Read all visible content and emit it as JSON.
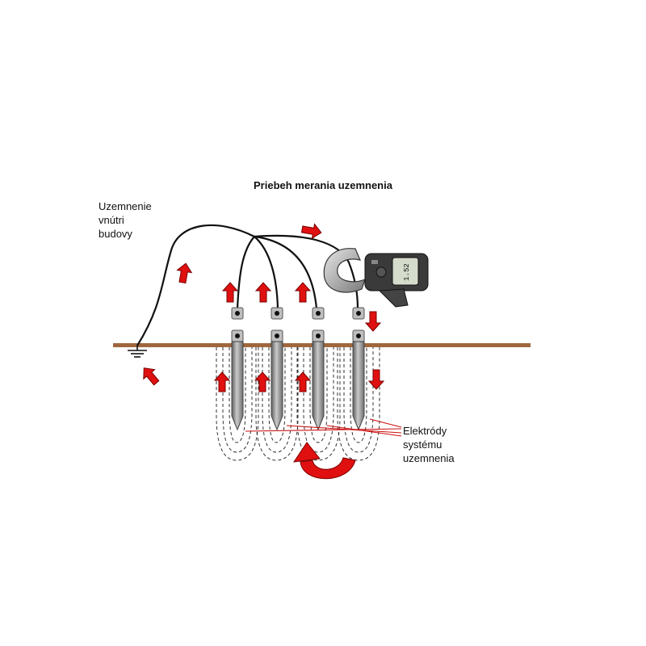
{
  "title": "Priebeh merania uzemnenia",
  "building_label": [
    "Uzemnenie",
    "vnútri",
    "budovy"
  ],
  "electrodes_label": [
    "Elektródy",
    "systému",
    "uzemnenia"
  ],
  "meter_display": "1.52",
  "colors": {
    "ground_line": "#a0673e",
    "arrow": "#e01010",
    "arrow_outline": "#7a0000",
    "wire": "#111111",
    "electrode": "#8a8a8a",
    "field_lines": "#333333",
    "pointer_lines": "#cc1111"
  },
  "icons": [
    "earth-ground-symbol",
    "clamp-meter-icon",
    "current-arrow-icon",
    "rotation-arrow-icon"
  ]
}
